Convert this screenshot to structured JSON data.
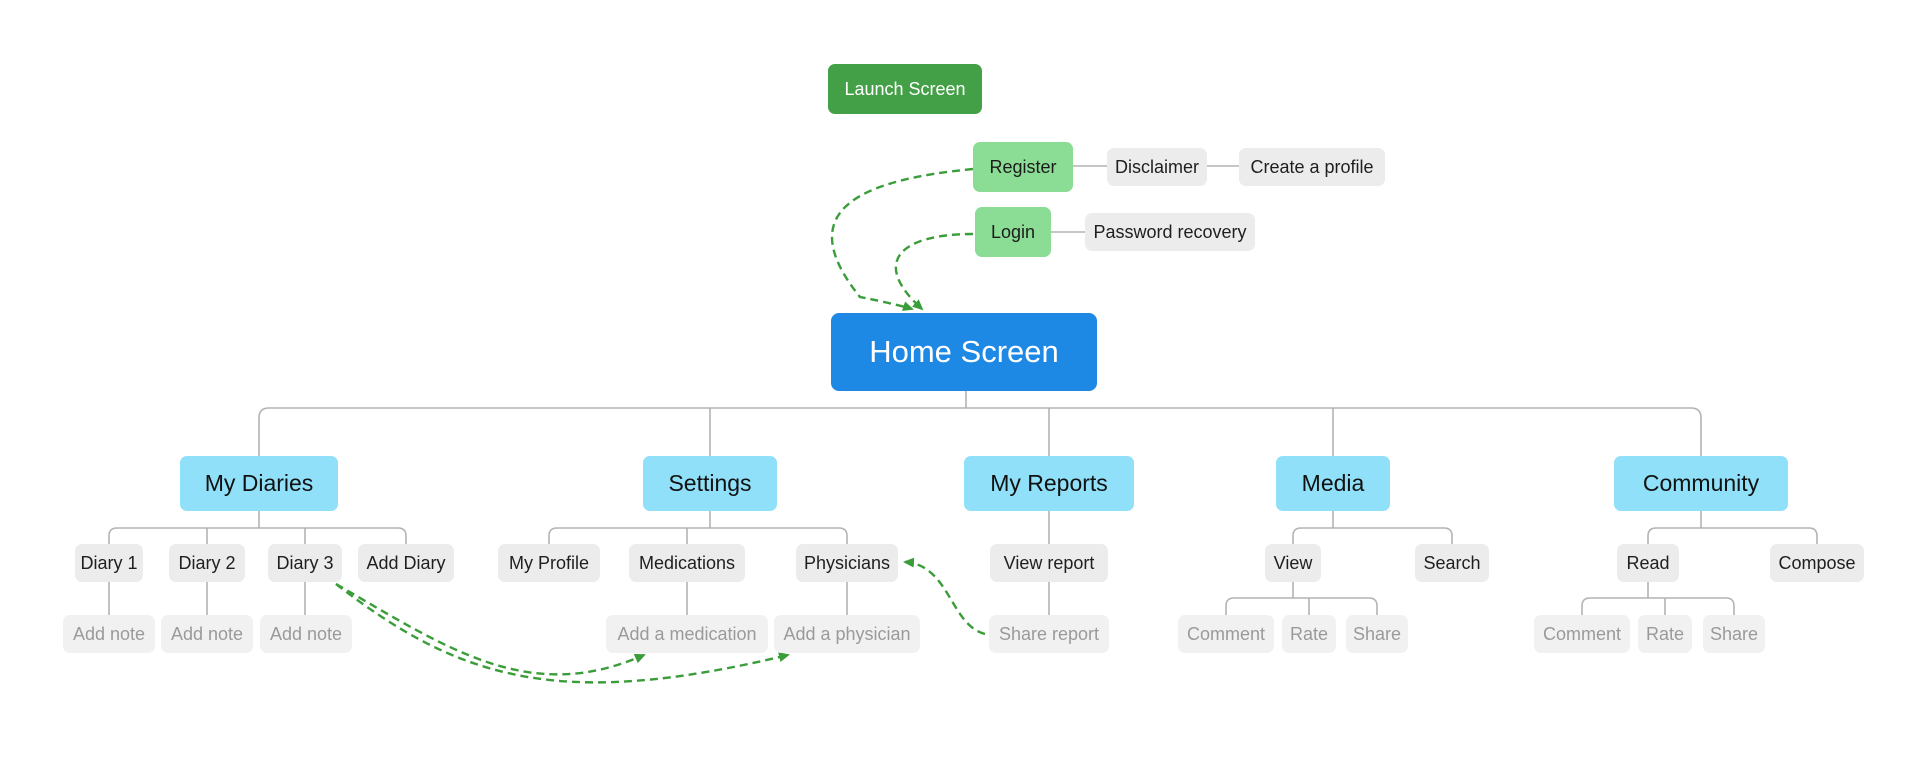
{
  "launch": {
    "label": "Launch Screen"
  },
  "onboarding": {
    "register": "Register",
    "disclaimer": "Disclaimer",
    "create_profile": "Create a profile",
    "login": "Login",
    "password_recovery": "Password recovery"
  },
  "home": {
    "label": "Home Screen"
  },
  "sections": {
    "diaries": {
      "label": "My Diaries",
      "items": [
        "Diary 1",
        "Diary 2",
        "Diary 3",
        "Add Diary"
      ],
      "subitems": [
        "Add note",
        "Add note",
        "Add note"
      ]
    },
    "settings": {
      "label": "Settings",
      "items": [
        "My Profile",
        "Medications",
        "Physicians"
      ],
      "subitems": [
        "Add a medication",
        "Add a physician"
      ]
    },
    "reports": {
      "label": "My Reports",
      "items": [
        "View report"
      ],
      "subitems": [
        "Share report"
      ]
    },
    "media": {
      "label": "Media",
      "items": [
        "View",
        "Search"
      ],
      "subitems": [
        "Comment",
        "Rate",
        "Share"
      ]
    },
    "community": {
      "label": "Community",
      "items": [
        "Read",
        "Compose"
      ],
      "subitems": [
        "Comment",
        "Rate",
        "Share"
      ]
    }
  },
  "colors": {
    "launch": "#43a047",
    "auth": "#8bdc94",
    "home": "#1e88e5",
    "section": "#8fe0f8",
    "leaf": "#ececec",
    "subleaf": "#f1f1f1",
    "connector": "#b3b3b3",
    "flow_arrow": "#3a9d3a"
  }
}
